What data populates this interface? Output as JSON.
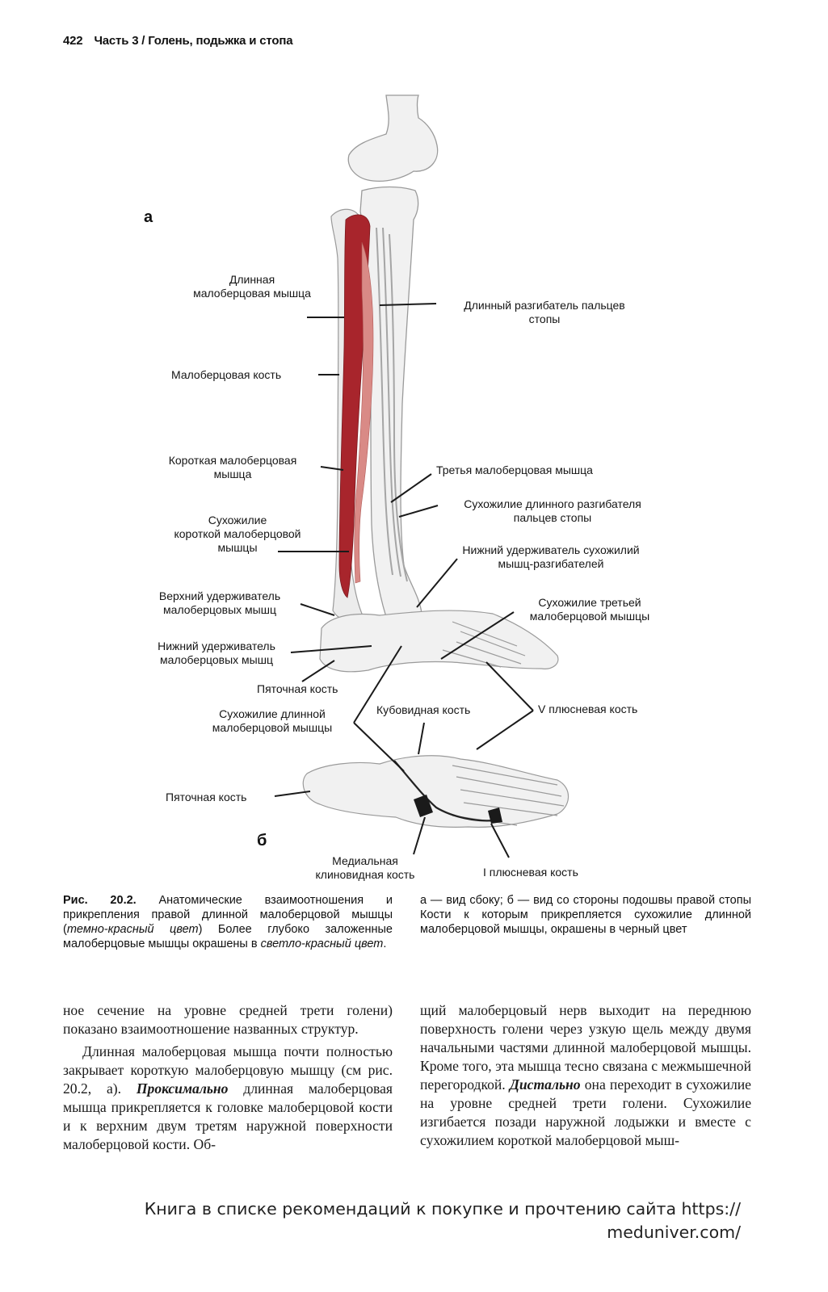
{
  "header": {
    "page_number": "422",
    "running_title": "Часть 3 / Голень, подьжка и стопа"
  },
  "figure": {
    "panel_a": "а",
    "panel_b": "б",
    "labels": {
      "peroneus_longus": [
        "Длинная",
        "малоберцовая мышца"
      ],
      "ext_digitorum_longus": [
        "Длинный разгибатель пальцев",
        "стопы"
      ],
      "fibula": "Малоберцовая кость",
      "peroneus_brevis": [
        "Короткая малоберцовая",
        "мышца"
      ],
      "peroneus_tertius": "Третья малоберцовая мышца",
      "tendon_brevis": [
        "Сухожилие",
        "короткой малоберцовой",
        "мышцы"
      ],
      "tendon_edl": [
        "Сухожилие длинного разгибателя",
        "пальцев стопы"
      ],
      "inf_ext_retinaculum": [
        "Нижний удерживатель сухожилий",
        "мышц-разгибателей"
      ],
      "sup_per_retinaculum": [
        "Верхний удерживатель",
        "малоберцовых мышц"
      ],
      "tendon_tertius": [
        "Сухожилие третьей",
        "малоберцовой мышцы"
      ],
      "inf_per_retinaculum": [
        "Нижний удерживатель",
        "малоберцовых мышц"
      ],
      "calcaneus_a": "Пяточная кость",
      "tendon_longus": [
        "Сухожилие длинной",
        "малоберцовой мышцы"
      ],
      "cuboid": "Кубовидная кость",
      "metatarsal_v": "V плюсневая кость",
      "calcaneus_b": "Пяточная кость",
      "medial_cuneiform": [
        "Медиальная",
        "клиновидная кость"
      ],
      "metatarsal_i": "I плюсневая кость"
    }
  },
  "caption": {
    "label": "Рис. 20.2.",
    "part1": " Анатомические взаимоотношения и прикрепления правой длинной малоберцовой мышцы (",
    "em1": "темно-красный цвет",
    "part2": ") Более глубоко заложенные малоберцовые мышцы окрашены в ",
    "em2": "светло-красный цвет",
    "part3": ".",
    "right": "а — вид сбоку; б — вид со стороны подошвы правой стопы Кости к которым прикрепляется сухожилие длинной малоберцовой мышцы, окрашены в черный цвет"
  },
  "body": {
    "col1_p1": "ное сечение на уровне средней трети голени) показано взаимоотношение названных структур.",
    "col1_p2a": "Длинная малоберцовая мышца почти полностью закрывает короткую малоберцовую мышцу (см рис. 20.2, а). ",
    "col1_p2b": "Проксимально",
    "col1_p2c": " длинная малоберцовая мышца прикрепляется к головке малоберцовой кости и к верхним двум третям наружной поверхности малоберцовой кости. Об-",
    "col2_p1a": "щий малоберцовый нерв выходит на переднюю поверхность голени через узкую щель между двумя начальными частями длинной малоберцовой мышцы. Кроме того, эта мышца тесно связана с межмышечной перегородкой. ",
    "col2_p1b": "Дистально",
    "col2_p1c": " она переходит в сухожилие на уровне средней трети голени. Сухожилие изгибается позади наружной лодыжки и вместе с сухожилием короткой малоберцовой мыш-"
  },
  "watermark": [
    "Книга в списке рекомендаций к покупке и прочтению сайта https://",
    "meduniver.com/"
  ],
  "colors": {
    "muscle_dark": "#a8252c",
    "muscle_light": "#d98a86",
    "bone_fill": "#f1f1f1",
    "bone_stroke": "#9a9a9a"
  }
}
